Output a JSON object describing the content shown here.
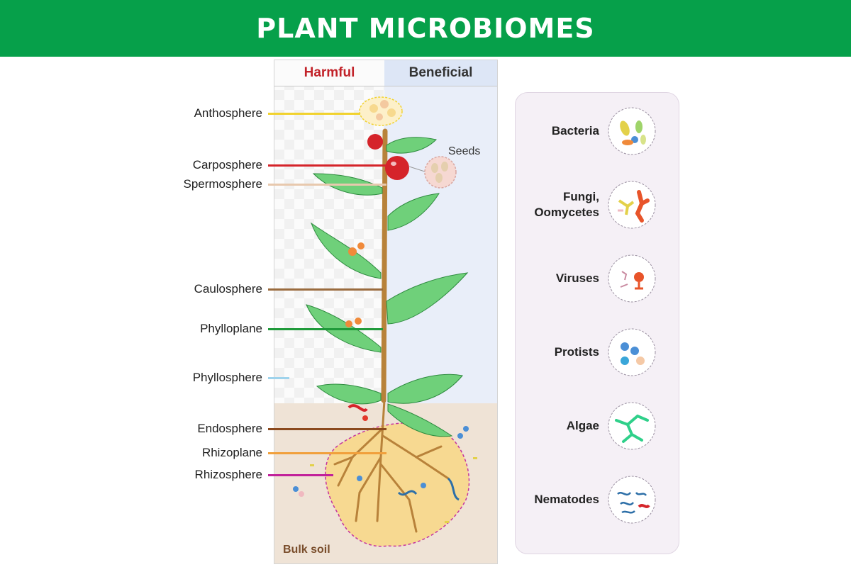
{
  "title": "PLANT MICROBIOMES",
  "columns": {
    "harmful": "Harmful",
    "beneficial": "Beneficial"
  },
  "seeds_label": "Seeds",
  "soil_label": "Bulk soil",
  "compartments": [
    {
      "name": "Anthosphere",
      "color": "#f1d22e"
    },
    {
      "name": "Carposphere",
      "color": "#d5242a"
    },
    {
      "name": "Spermosphere",
      "color": "#e8c9ae"
    },
    {
      "name": "Caulosphere",
      "color": "#9a6b3e"
    },
    {
      "name": "Phylloplane",
      "color": "#1f9a3a"
    },
    {
      "name": "Phyllosphere",
      "color": "#9fd3ec"
    },
    {
      "name": "Endosphere",
      "color": "#8b4a1e"
    },
    {
      "name": "Rhizoplane",
      "color": "#f1a03c"
    },
    {
      "name": "Rhizosphere",
      "color": "#c1219a"
    }
  ],
  "organisms": [
    {
      "name": "Bacteria",
      "icon": "bacteria-icon"
    },
    {
      "name": "Fungi, Oomycetes",
      "icon": "fungi-icon"
    },
    {
      "name": "Viruses",
      "icon": "virus-icon"
    },
    {
      "name": "Protists",
      "icon": "protist-icon"
    },
    {
      "name": "Algae",
      "icon": "algae-icon"
    },
    {
      "name": "Nematodes",
      "icon": "nematode-icon"
    }
  ],
  "colors": {
    "banner": "#06a04a",
    "harmful": "#c2232a",
    "beneficial_bg": "#e9eef9",
    "soil": "#efe3d6"
  }
}
